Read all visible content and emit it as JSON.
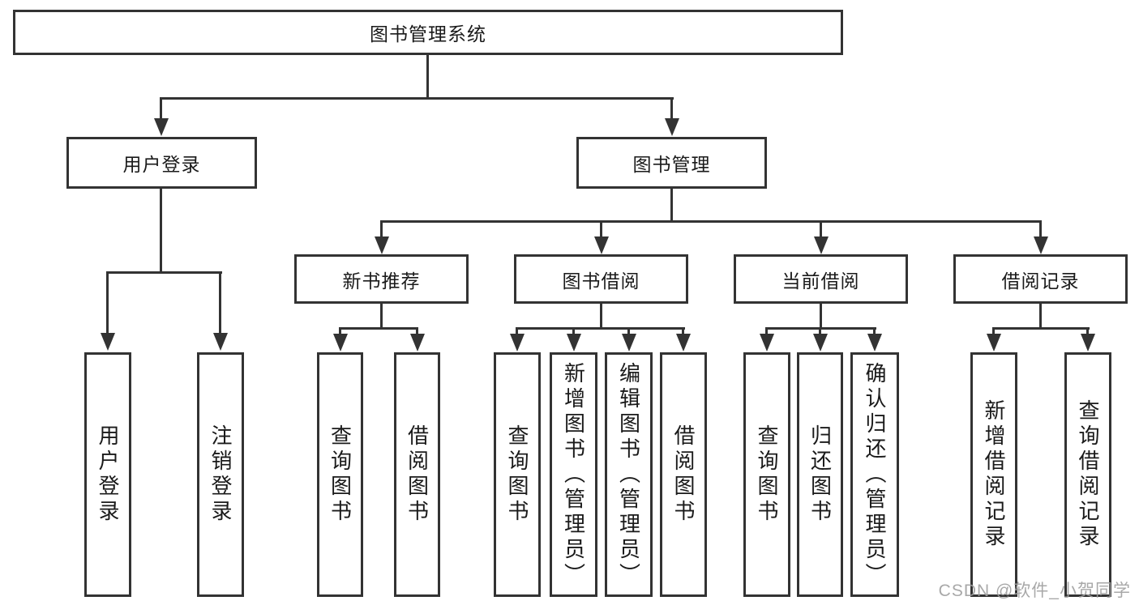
{
  "diagram": {
    "type": "hierarchy-tree",
    "title": "图书管理系统"
  },
  "colors": {
    "line": "#333333",
    "box_border": "#333333",
    "box_fill": "#ffffff",
    "text": "#1a1a1a",
    "watermark": "#9e9e9e",
    "background": "#ffffff"
  },
  "tree": {
    "root": {
      "label": "图书管理系统"
    },
    "login_branch": {
      "label": "用户登录",
      "leaves": [
        {
          "label": "用户登录"
        },
        {
          "label": "注销登录"
        }
      ]
    },
    "mgmt_branch": {
      "label": "图书管理",
      "groups": [
        {
          "label": "新书推荐",
          "leaves": [
            {
              "label": "查询图书"
            },
            {
              "label": "借阅图书"
            }
          ]
        },
        {
          "label": "图书借阅",
          "leaves": [
            {
              "label": "查询图书"
            },
            {
              "label": "新增图书（管理员）"
            },
            {
              "label": "编辑图书（管理员）"
            },
            {
              "label": "借阅图书"
            }
          ]
        },
        {
          "label": "当前借阅",
          "leaves": [
            {
              "label": "查询图书"
            },
            {
              "label": "归还图书"
            },
            {
              "label": "确认归还（管理员）"
            }
          ]
        },
        {
          "label": "借阅记录",
          "leaves": [
            {
              "label": "新增借阅记录"
            },
            {
              "label": "查询借阅记录"
            }
          ]
        }
      ]
    }
  },
  "watermark": {
    "text": "CSDN @软件_小贺同学"
  }
}
